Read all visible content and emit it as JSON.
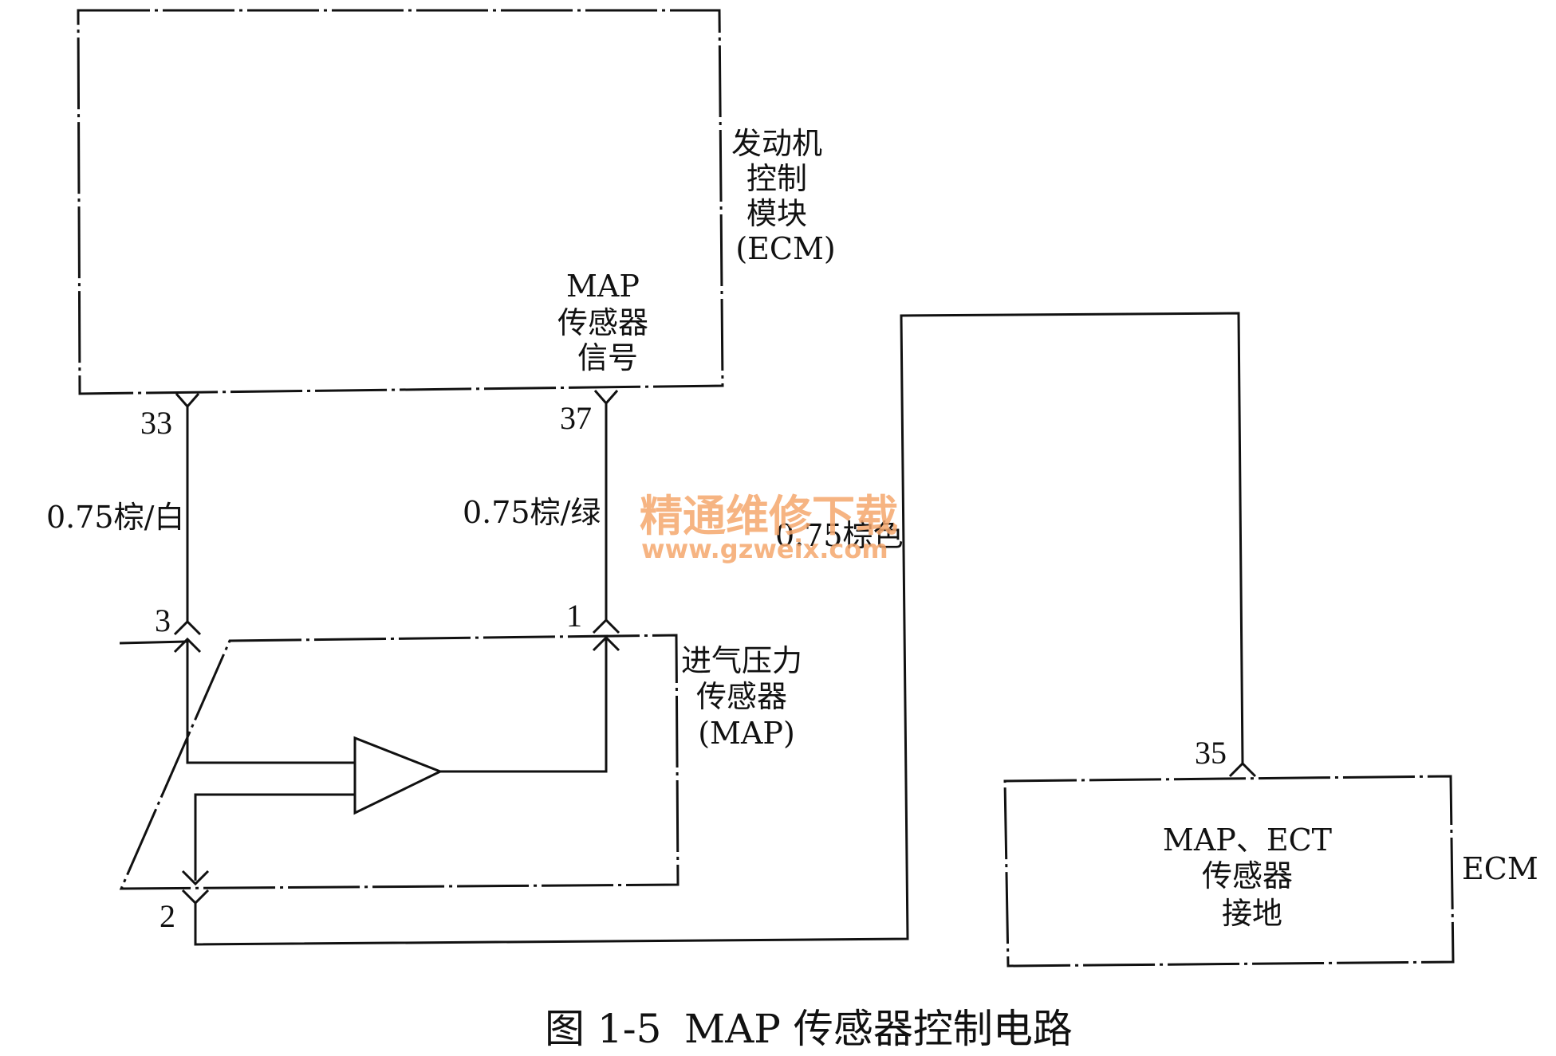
{
  "ecm_block": {
    "name_lines": [
      "发动机",
      "控制",
      "模块",
      "(ECM)"
    ],
    "signal_lines": [
      "MAP",
      "传感器",
      "信号"
    ]
  },
  "pins": {
    "p33": "33",
    "p37": "37",
    "p3": "3",
    "p1": "1",
    "p2": "2",
    "p35": "35"
  },
  "wires": {
    "left": "0.75棕/白",
    "middle": "0.75棕/绿",
    "right": "0.75棕色"
  },
  "map_sensor": {
    "name_lines": [
      "进气压力",
      "传感器",
      "(MAP)"
    ]
  },
  "ground_block": {
    "lines": [
      "MAP、ECT",
      "传感器",
      "接地"
    ],
    "side_label": "ECM"
  },
  "watermark": {
    "line1": "精通维修下载",
    "line2": "www.gzweix.com"
  },
  "caption": {
    "figure": "图 1-5",
    "title": "MAP 传感器控制电路"
  }
}
